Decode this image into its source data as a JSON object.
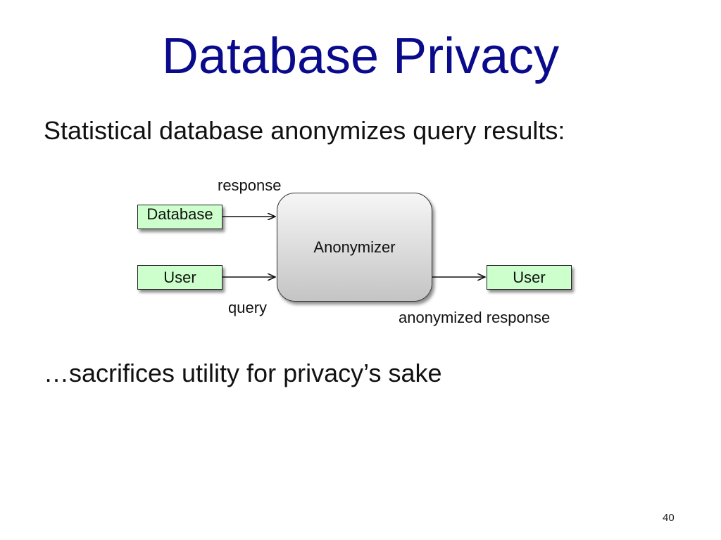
{
  "title": "Database Privacy",
  "bullets": [
    "Statistical database anonymizes query results:",
    "…sacrifices utility for privacy’s sake"
  ],
  "diagram": {
    "nodes": {
      "database": "Database",
      "user_left": "User",
      "anonymizer": "Anonymizer",
      "user_right": "User"
    },
    "edge_labels": {
      "response": "response",
      "query": "query",
      "anonymized_response": "anonymized response"
    },
    "colors": {
      "node_fill": "#ccffcc",
      "title": "#0a0a8c"
    }
  },
  "page_number": "40"
}
